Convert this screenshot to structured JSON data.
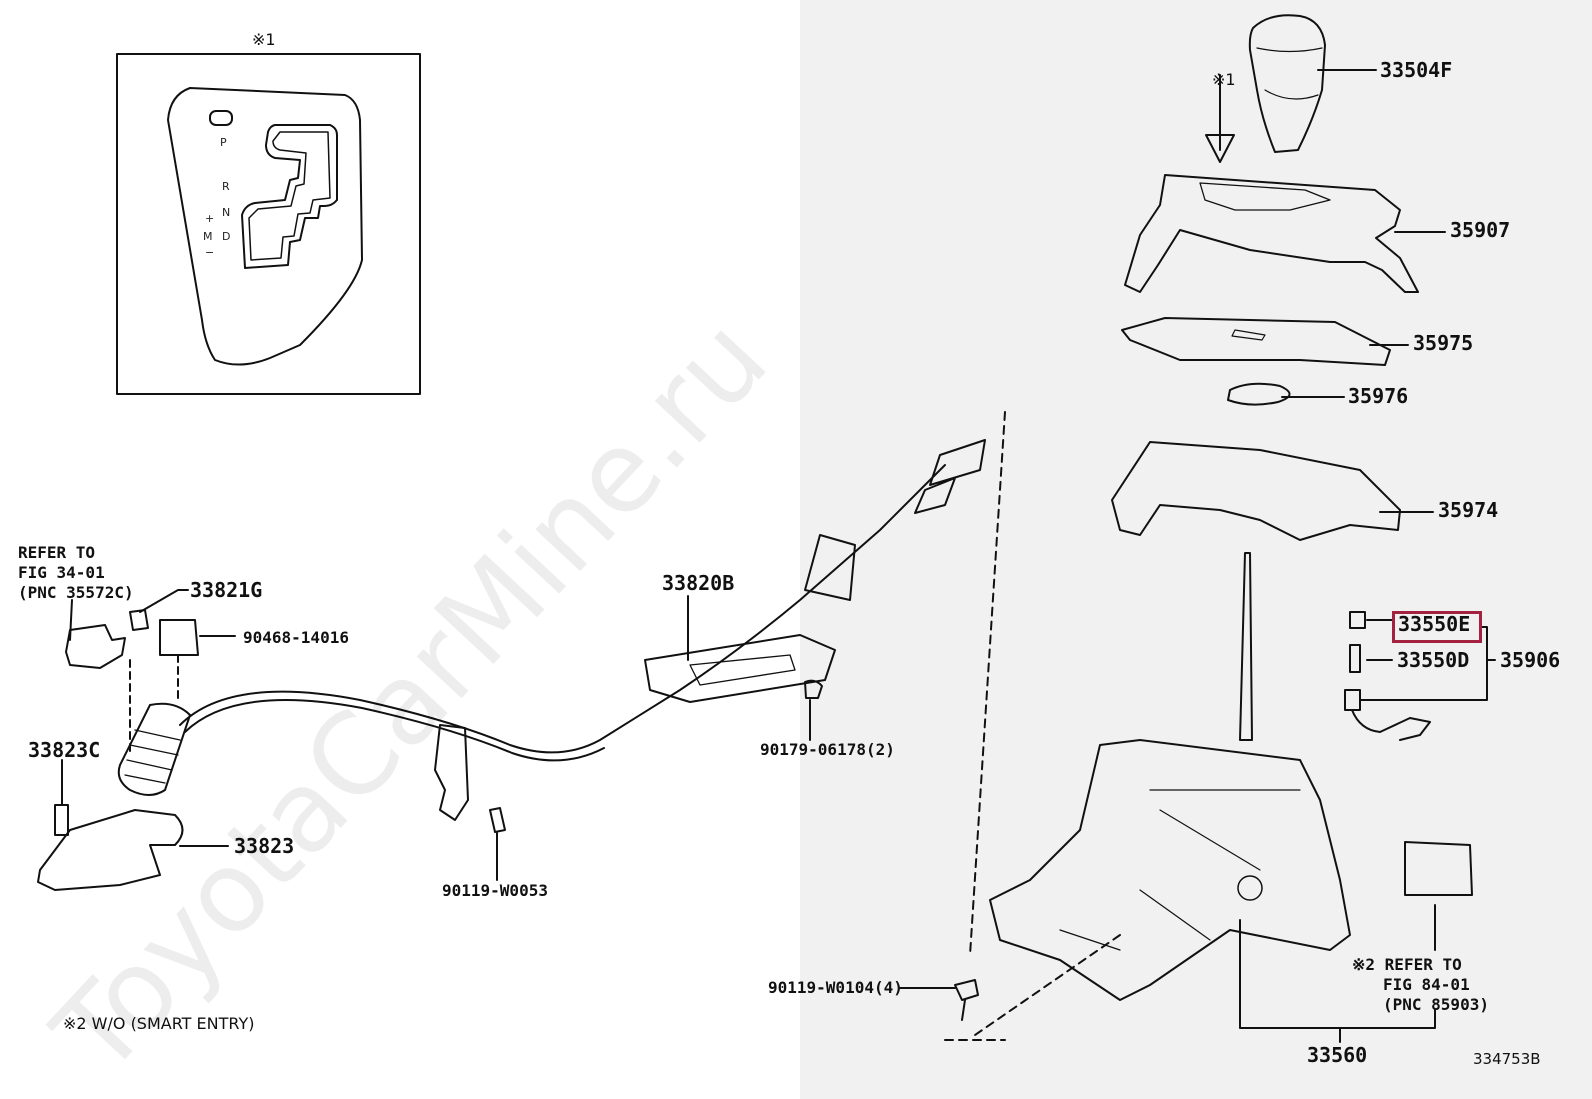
{
  "inset": {
    "marker": "※1",
    "gears": [
      "P",
      "R",
      "N",
      "D",
      "M",
      "+",
      "−"
    ]
  },
  "parts": {
    "p33504F": "33504F",
    "p35907": "35907",
    "p35975": "35975",
    "p35976": "35976",
    "p35974": "35974",
    "p33550E": "33550E",
    "p33550D": "33550D",
    "p35906": "35906",
    "p33560": "33560",
    "p33820B": "33820B",
    "p33821G": "33821G",
    "p90468": "90468-14016",
    "p33823C": "33823C",
    "p33823": "33823",
    "p90119a": "90119-W0053",
    "p90179": "90179-06178(2)",
    "p90119b": "90119-W0104(4)"
  },
  "notes": {
    "marker1": "※1",
    "refer_left": [
      "REFER TO",
      "FIG 34-01",
      "(PNC 35572C)"
    ],
    "refer_right": [
      "※2 REFER TO",
      "FIG 84-01",
      "(PNC 85903)"
    ],
    "footnote": "※2 W/O (SMART ENTRY)",
    "drawing_no": "334753B"
  },
  "highlight": "33550E",
  "watermark": "ToyotaCarMine.ru",
  "colors": {
    "highlight": "#a3223f",
    "shade": "#f1f1f1",
    "line": "#111111"
  }
}
